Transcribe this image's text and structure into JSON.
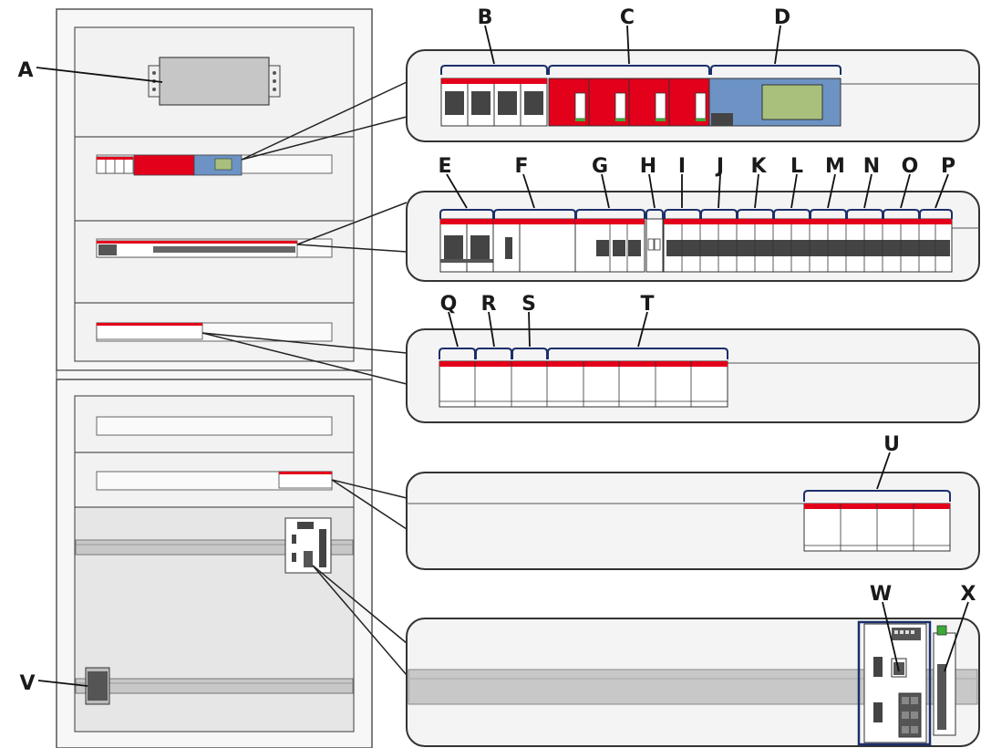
{
  "labels": {
    "A": "A",
    "B": "B",
    "C": "C",
    "D": "D",
    "E": "E",
    "F": "F",
    "G": "G",
    "H": "H",
    "I": "I",
    "J": "J",
    "K": "K",
    "L": "L",
    "M": "M",
    "N": "N",
    "O": "O",
    "P": "P",
    "Q": "Q",
    "R": "R",
    "S": "S",
    "T": "T",
    "U": "U",
    "V": "V",
    "W": "W",
    "X": "X"
  },
  "colors": {
    "cabinet_fill": "#f2f2f2",
    "outline": "#3a3a3a",
    "breaker_red": "#e3001b",
    "meter_blue": "#6c93c4",
    "display_green": "#a8c07c",
    "rail_grey": "#c8c8c8",
    "filter_grey": "#c6c6c6",
    "frame_navy": "#1b2f6b",
    "led_green": "#3aaa35"
  }
}
